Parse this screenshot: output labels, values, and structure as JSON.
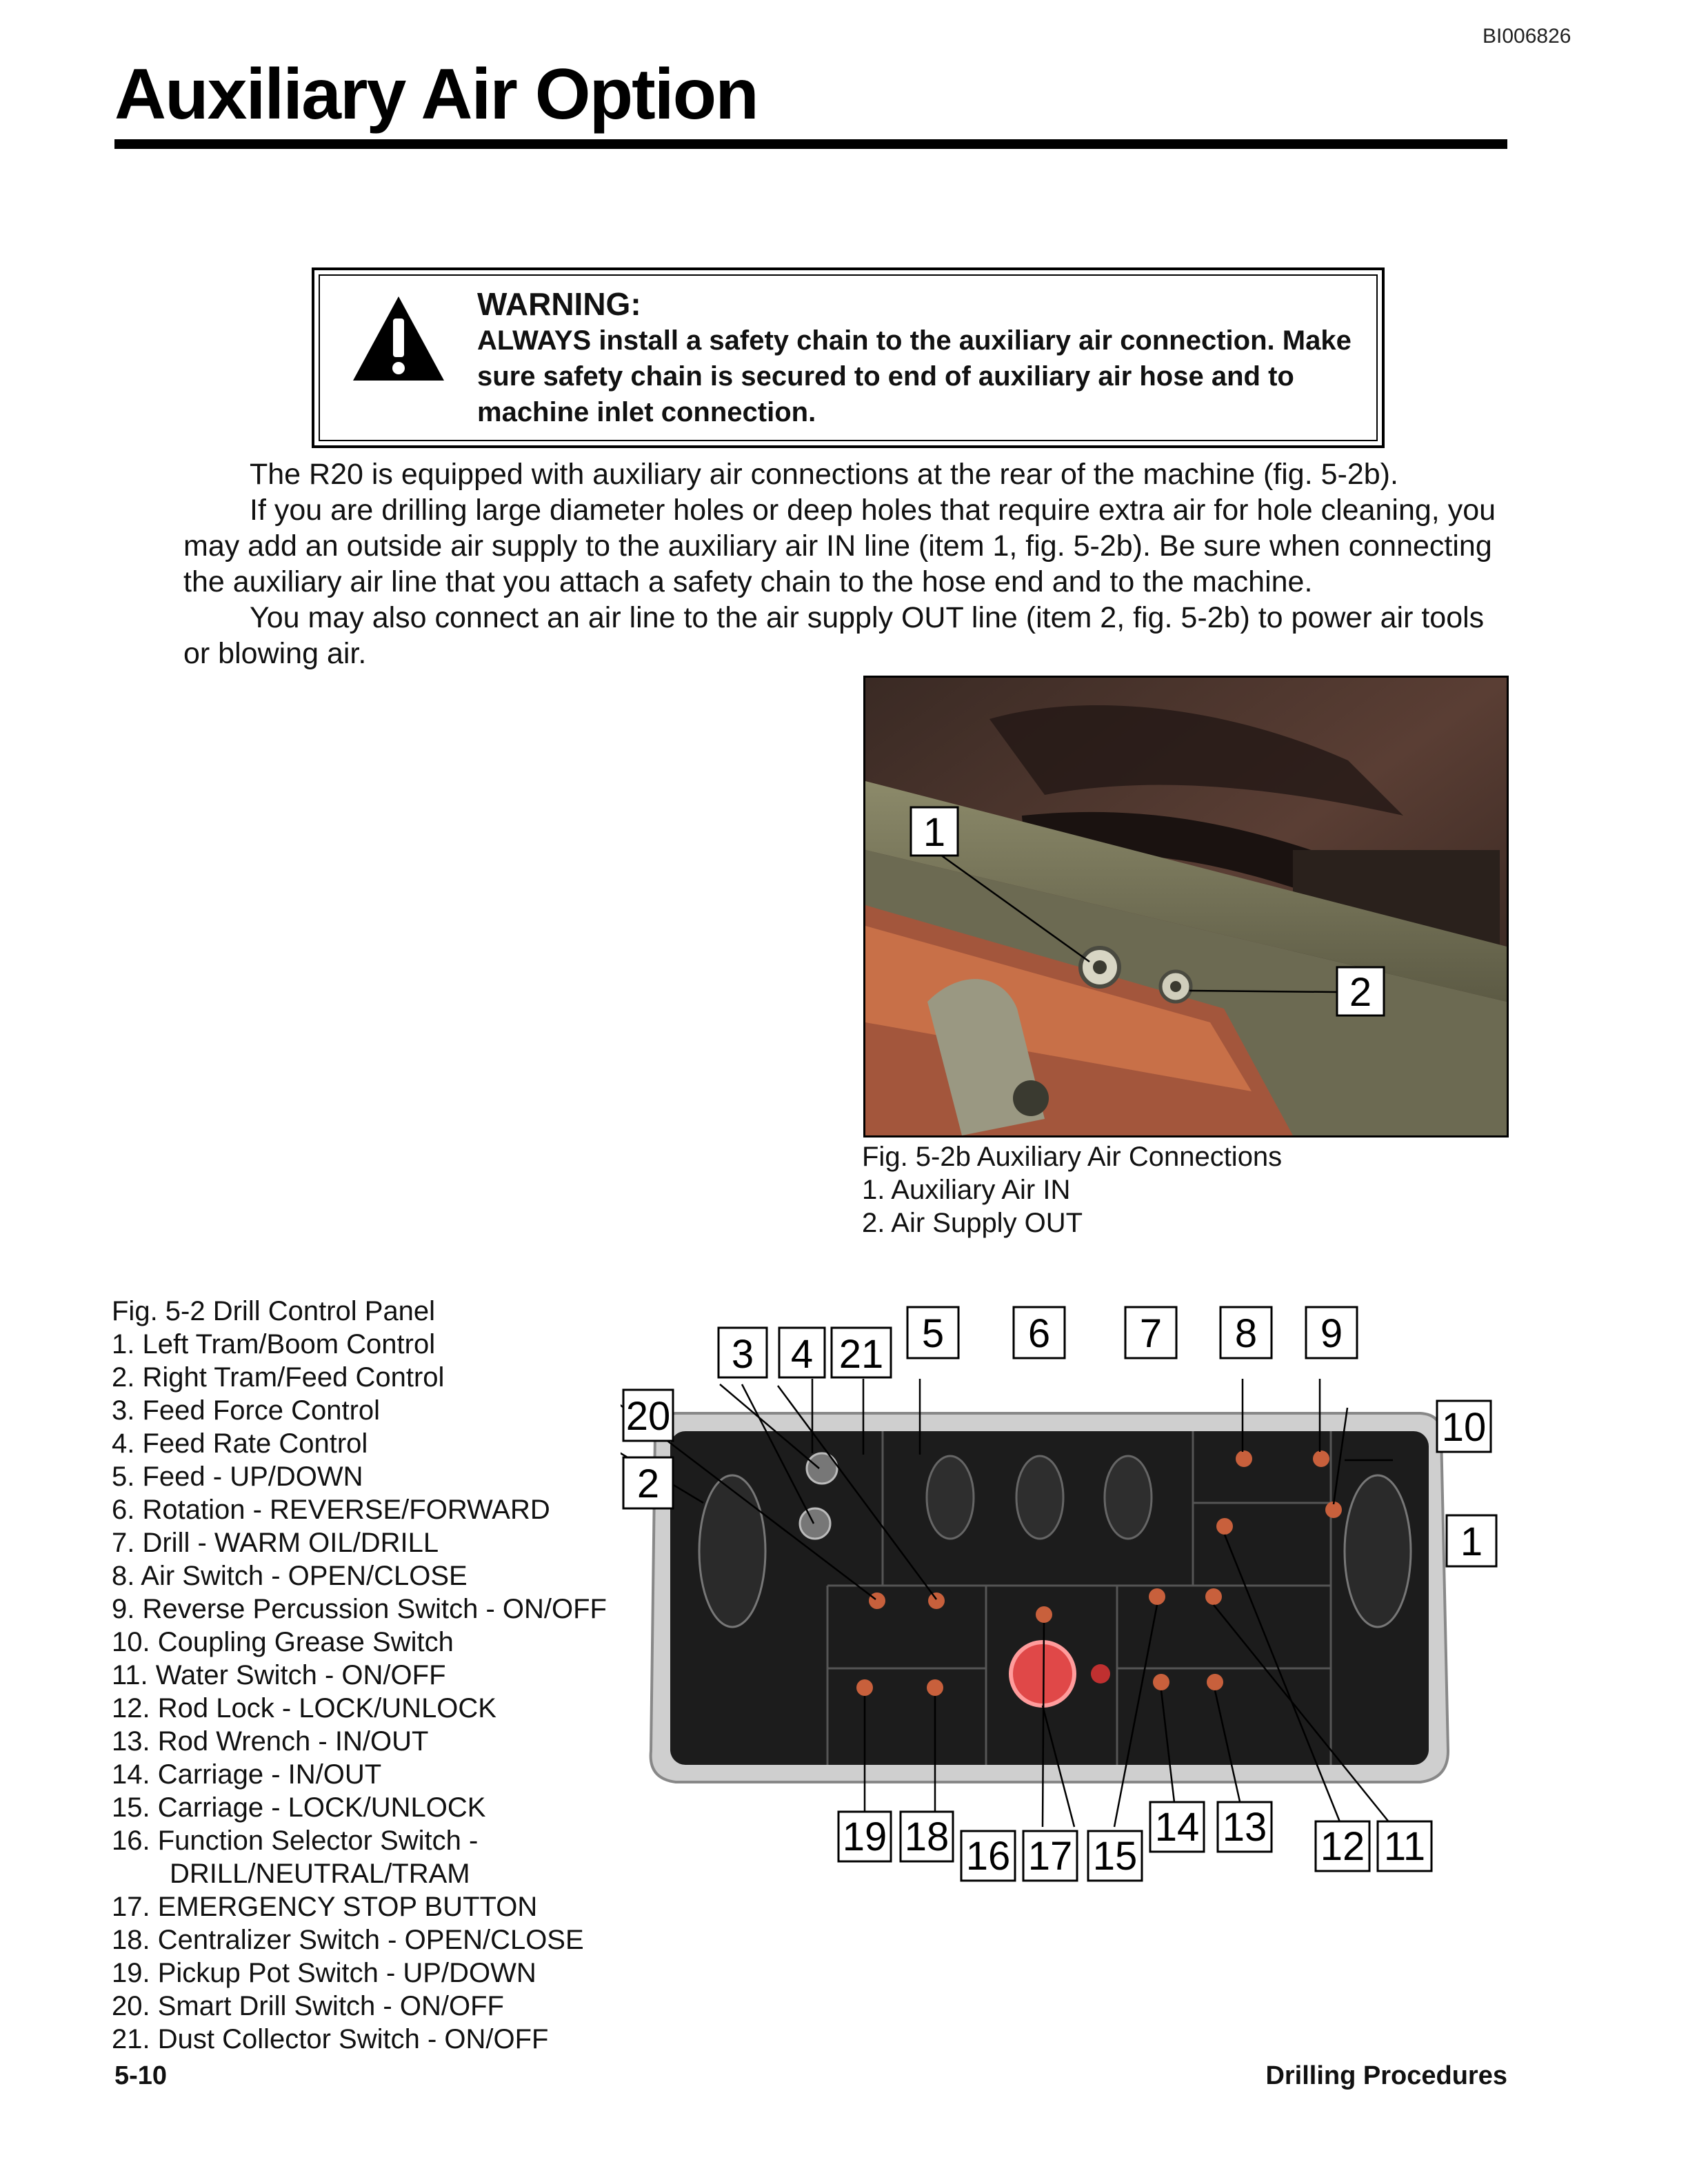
{
  "doc_id": "BI006826",
  "title": "Auxiliary Air Option",
  "warning": {
    "heading": "WARNING:",
    "text": "ALWAYS install a safety chain to the auxiliary air connection. Make sure safety chain is secured to end of auxiliary air hose and to machine inlet connection.",
    "icon": "warning-triangle-icon"
  },
  "body": {
    "p1": "The R20 is equipped with auxiliary air connections at the rear of the machine (fig. 5-2b).",
    "p2": "If you are drilling large diameter holes or deep holes that require extra air for hole cleaning, you may add an outside air supply to the auxiliary air IN line (item 1, fig. 5-2b). Be sure when connecting the auxiliary air line that you attach a safety chain to the hose end and to the machine.",
    "p3": "You may also connect an air line to the air supply OUT line (item 2, fig. 5-2b) to power air tools or blowing air."
  },
  "fig_5_2b": {
    "caption": "Fig. 5-2b  Auxiliary Air Connections",
    "items": [
      "1.  Auxiliary Air IN",
      "2.  Air Supply OUT"
    ],
    "callouts": [
      "1",
      "2"
    ]
  },
  "fig_5_2": {
    "caption": "Fig. 5-2  Drill Control Panel",
    "items": [
      "1.  Left Tram/Boom Control",
      "2.  Right Tram/Feed Control",
      "3.  Feed Force Control",
      "4.  Feed Rate Control",
      "5.  Feed - UP/DOWN",
      "6.  Rotation - REVERSE/FORWARD",
      "7.  Drill - WARM OIL/DRILL",
      "8.  Air Switch - OPEN/CLOSE",
      "9.  Reverse Percussion Switch - ON/OFF",
      "10.  Coupling Grease Switch",
      "11.  Water Switch - ON/OFF",
      "12.  Rod Lock - LOCK/UNLOCK",
      "13.  Rod Wrench - IN/OUT",
      "14.  Carriage - IN/OUT",
      "15.  Carriage - LOCK/UNLOCK",
      "16.  Function Selector Switch -",
      "DRILL/NEUTRAL/TRAM",
      "17.  EMERGENCY STOP BUTTON",
      "18.  Centralizer Switch - OPEN/CLOSE",
      "19.  Pickup Pot Switch - UP/DOWN",
      "20.  Smart Drill Switch - ON/OFF",
      "21.  Dust Collector Switch - ON/OFF"
    ],
    "callouts": {
      "c3": "3",
      "c4": "4",
      "c21": "21",
      "c5": "5",
      "c6": "6",
      "c7": "7",
      "c8": "8",
      "c9": "9",
      "c20": "20",
      "c2": "2",
      "c10": "10",
      "c1": "1",
      "c19": "19",
      "c18": "18",
      "c16": "16",
      "c17": "17",
      "c15": "15",
      "c14": "14",
      "c13": "13",
      "c12": "12",
      "c11": "11"
    }
  },
  "footer": {
    "page": "5-10",
    "section": "Drilling Procedures"
  }
}
